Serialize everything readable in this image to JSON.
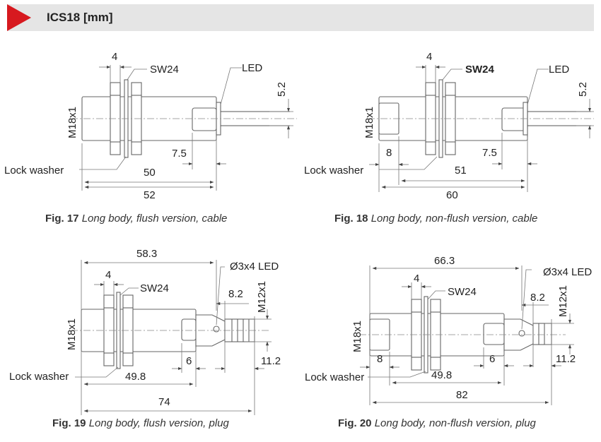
{
  "header": {
    "title": "ICS18 [mm]",
    "accent_color": "#d7191f"
  },
  "figures": [
    {
      "caption_num": "Fig. 17",
      "caption_text": "Long body, flush version, cable",
      "labels": {
        "nut_width": "4",
        "wrench": "SW24",
        "led": "LED",
        "cable_dia": "5.2",
        "thread": "M18x1",
        "tip": "7.5",
        "washer": "Lock washer",
        "thread_len": "50",
        "total": "52"
      }
    },
    {
      "caption_num": "Fig. 18",
      "caption_text": "Long body, non-flush version, cable",
      "labels": {
        "nut_width": "4",
        "wrench": "SW24",
        "led": "LED",
        "cable_dia": "5.2",
        "thread": "M18x1",
        "flush_offset": "8",
        "tip": "7.5",
        "washer": "Lock washer",
        "thread_len": "51",
        "total": "60"
      }
    },
    {
      "caption_num": "Fig. 19",
      "caption_text": "Long body, flush version, plug",
      "labels": {
        "overall": "58.3",
        "nut_width": "4",
        "wrench": "SW24",
        "led": "Ø3x4 LED",
        "led_dist": "8.2",
        "connector": "M12x1",
        "thread": "M18x1",
        "washer": "Lock washer",
        "thread_len": "49.8",
        "tip": "6",
        "plug_len": "11.2",
        "total": "74"
      }
    },
    {
      "caption_num": "Fig. 20",
      "caption_text": "Long body, non-flush version, plug",
      "labels": {
        "overall": "66.3",
        "nut_width": "4",
        "wrench": "SW24",
        "led": "Ø3x4 LED",
        "led_dist": "8.2",
        "connector": "M12x1",
        "thread": "M18x1",
        "flush_offset": "8",
        "washer": "Lock washer",
        "thread_len": "49.8",
        "tip": "6",
        "plug_len": "11.2",
        "total": "82"
      }
    }
  ]
}
